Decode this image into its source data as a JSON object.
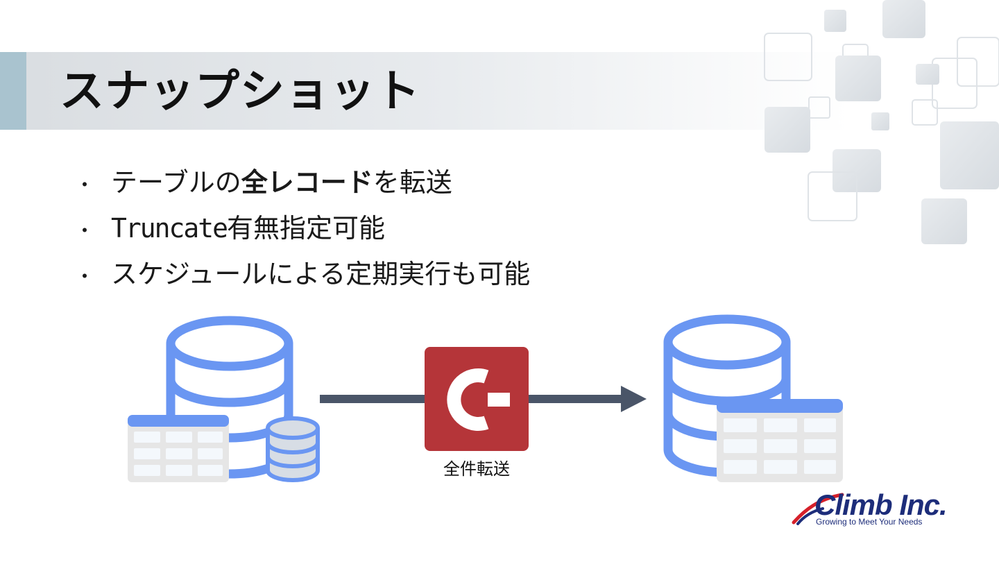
{
  "slide": {
    "title": "スナップショット",
    "bullets": [
      {
        "marker": "・",
        "pre": "テーブルの",
        "bold": "全レコード",
        "post": "を転送"
      },
      {
        "marker": "・",
        "mono": "Truncate",
        "text": "有無指定可能"
      },
      {
        "marker": "・",
        "text": "スケジュールによる定期実行も可能"
      }
    ]
  },
  "diagram": {
    "source_label": "",
    "transfer_label": "全件転送",
    "icons": [
      "database-icon",
      "table-icon",
      "small-database-icon",
      "arrow-icon",
      "cdata-logo-icon",
      "database-icon",
      "table-icon"
    ],
    "colors": {
      "database": "#6a96f2",
      "table_header": "#6a96f2",
      "table_body": "#e6e6e6",
      "table_cell": "#f4f8fc",
      "small_db": "#cfd6df",
      "arrow": "#4a5568",
      "logo_bg": "#b53539"
    }
  },
  "logo": {
    "name": "Climb Inc.",
    "tagline": "Growing to Meet Your Needs"
  }
}
